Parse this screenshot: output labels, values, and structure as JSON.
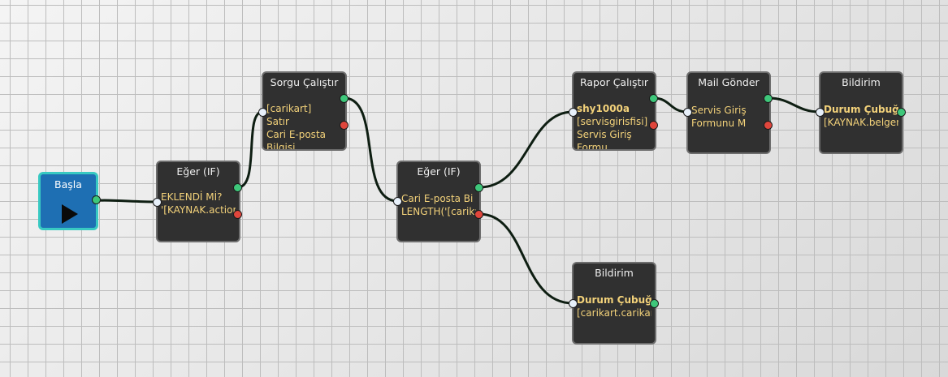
{
  "colors": {
    "input_port": "#e7f0fa",
    "output_ok": "#3ec77a",
    "output_error": "#e0463c",
    "wire": "#0e1e12"
  },
  "start_node": {
    "title": "Başla",
    "icon": "play-icon"
  },
  "nodes": {
    "if_1": {
      "title": "Eğer (IF)",
      "lines": [
        "EKLENDİ Mİ?",
        "'[KAYNAK.action"
      ]
    },
    "query": {
      "title": "Sorgu Çalıştır",
      "lines": [
        "[carikart]",
        "Satır",
        "Cari E-posta",
        "Bilgisi"
      ]
    },
    "if_2": {
      "title": "Eğer (IF)",
      "lines": [
        "Cari E-posta Bi",
        "LENGTH('[carika"
      ]
    },
    "report": {
      "title": "Rapor Çalıştır",
      "lines": [
        "shy1000a",
        "[servisgirisfisi]",
        "Servis Giriş",
        "Formu"
      ]
    },
    "mail": {
      "title": "Mail Gönder",
      "lines": [
        "Servis Giriş",
        "Formunu M"
      ]
    },
    "notify_1": {
      "title": "Bildirim",
      "lines": [
        "Durum Çubuğu",
        "[KAYNAK.belgeno"
      ]
    },
    "notify_2": {
      "title": "Bildirim",
      "lines": [
        "Durum Çubuğu",
        "[carikart.carikart"
      ]
    }
  }
}
